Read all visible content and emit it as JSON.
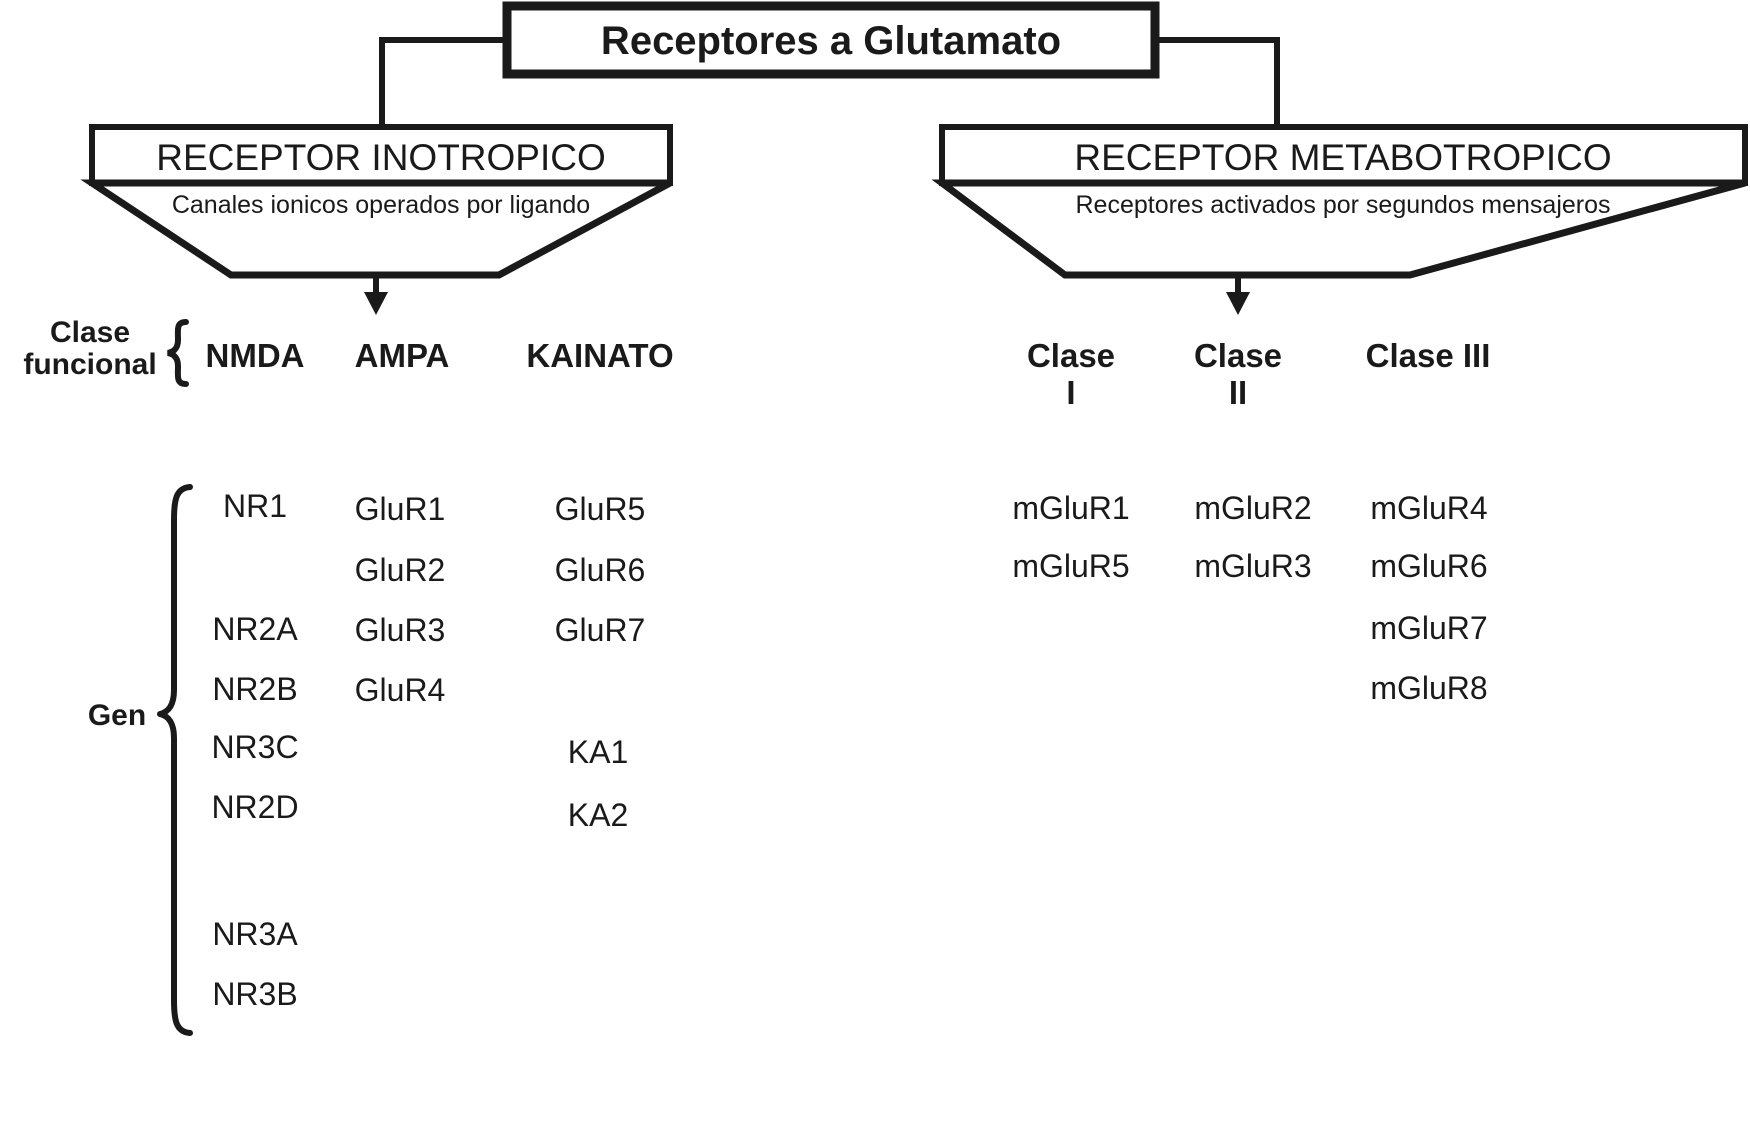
{
  "title": {
    "text": "Receptores a Glutamato"
  },
  "branches": [
    {
      "id": "ionotropic",
      "heading": "RECEPTOR INOTROPICO",
      "subtitle": "Canales ionicos operados por ligando"
    },
    {
      "id": "metabotropic",
      "heading": "RECEPTOR METABOTROPICO",
      "subtitle": "Receptores activados por segundos mensajeros"
    }
  ],
  "row_labels": {
    "functional_class": "Clase\nfuncional",
    "gene": "Gen"
  },
  "functional_classes": [
    {
      "label": "NMDA",
      "branch": "ionotropic"
    },
    {
      "label": "AMPA",
      "branch": "ionotropic"
    },
    {
      "label": "KAINATO",
      "branch": "ionotropic"
    },
    {
      "label": "Clase\nI",
      "branch": "metabotropic"
    },
    {
      "label": "Clase\nII",
      "branch": "metabotropic"
    },
    {
      "label": "Clase III",
      "branch": "metabotropic"
    }
  ],
  "gene_columns": [
    {
      "class": "NMDA",
      "genes": [
        "NR1",
        "NR2A",
        "NR2B",
        "NR3C",
        "NR2D",
        "NR3A",
        "NR3B"
      ]
    },
    {
      "class": "AMPA",
      "genes": [
        "GluR1",
        "GluR2",
        "GluR3",
        "GluR4"
      ]
    },
    {
      "class": "KAINATO",
      "genes": [
        "GluR5",
        "GluR6",
        "GluR7",
        "KA1",
        "KA2"
      ]
    },
    {
      "class": "Clase I",
      "genes": [
        "mGluR1",
        "mGluR5"
      ]
    },
    {
      "class": "Clase II",
      "genes": [
        "mGluR2",
        "mGluR3"
      ]
    },
    {
      "class": "Clase III",
      "genes": [
        "mGluR4",
        "mGluR6",
        "mGluR7",
        "mGluR8"
      ]
    }
  ],
  "colors": {
    "stroke": "#1a1a1a",
    "background": "#ffffff",
    "text": "#1a1a1a"
  }
}
